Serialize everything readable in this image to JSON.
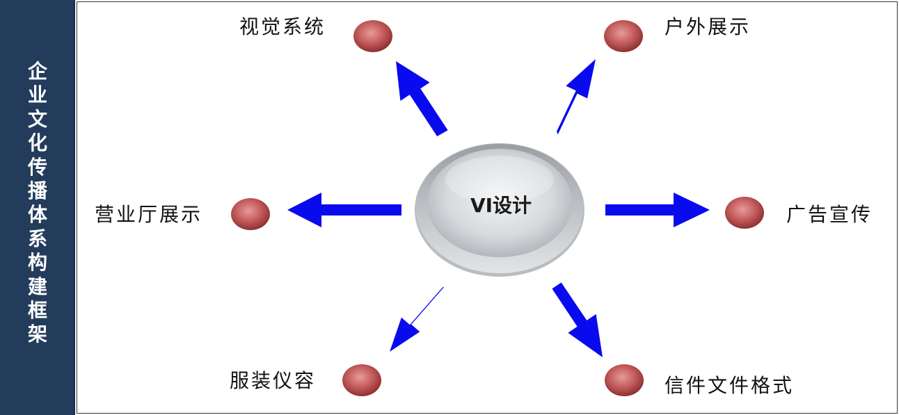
{
  "sidebar": {
    "title": "企业文化传播体系构建框架"
  },
  "diagram": {
    "center": {
      "label": "VI设计"
    },
    "nodes": [
      {
        "id": "visual-system",
        "label": "视觉系统"
      },
      {
        "id": "outdoor-display",
        "label": "户外展示"
      },
      {
        "id": "hall-display",
        "label": "营业厅展示"
      },
      {
        "id": "advertising",
        "label": "广告宣传"
      },
      {
        "id": "uniform",
        "label": "服装仪容"
      },
      {
        "id": "letter-format",
        "label": "信件文件格式"
      }
    ],
    "colors": {
      "arrow": "#0a0aee",
      "node_fill": "#c25a5a",
      "center_fill": "#d0d4d8",
      "sidebar_bg": "#243c5c"
    }
  }
}
